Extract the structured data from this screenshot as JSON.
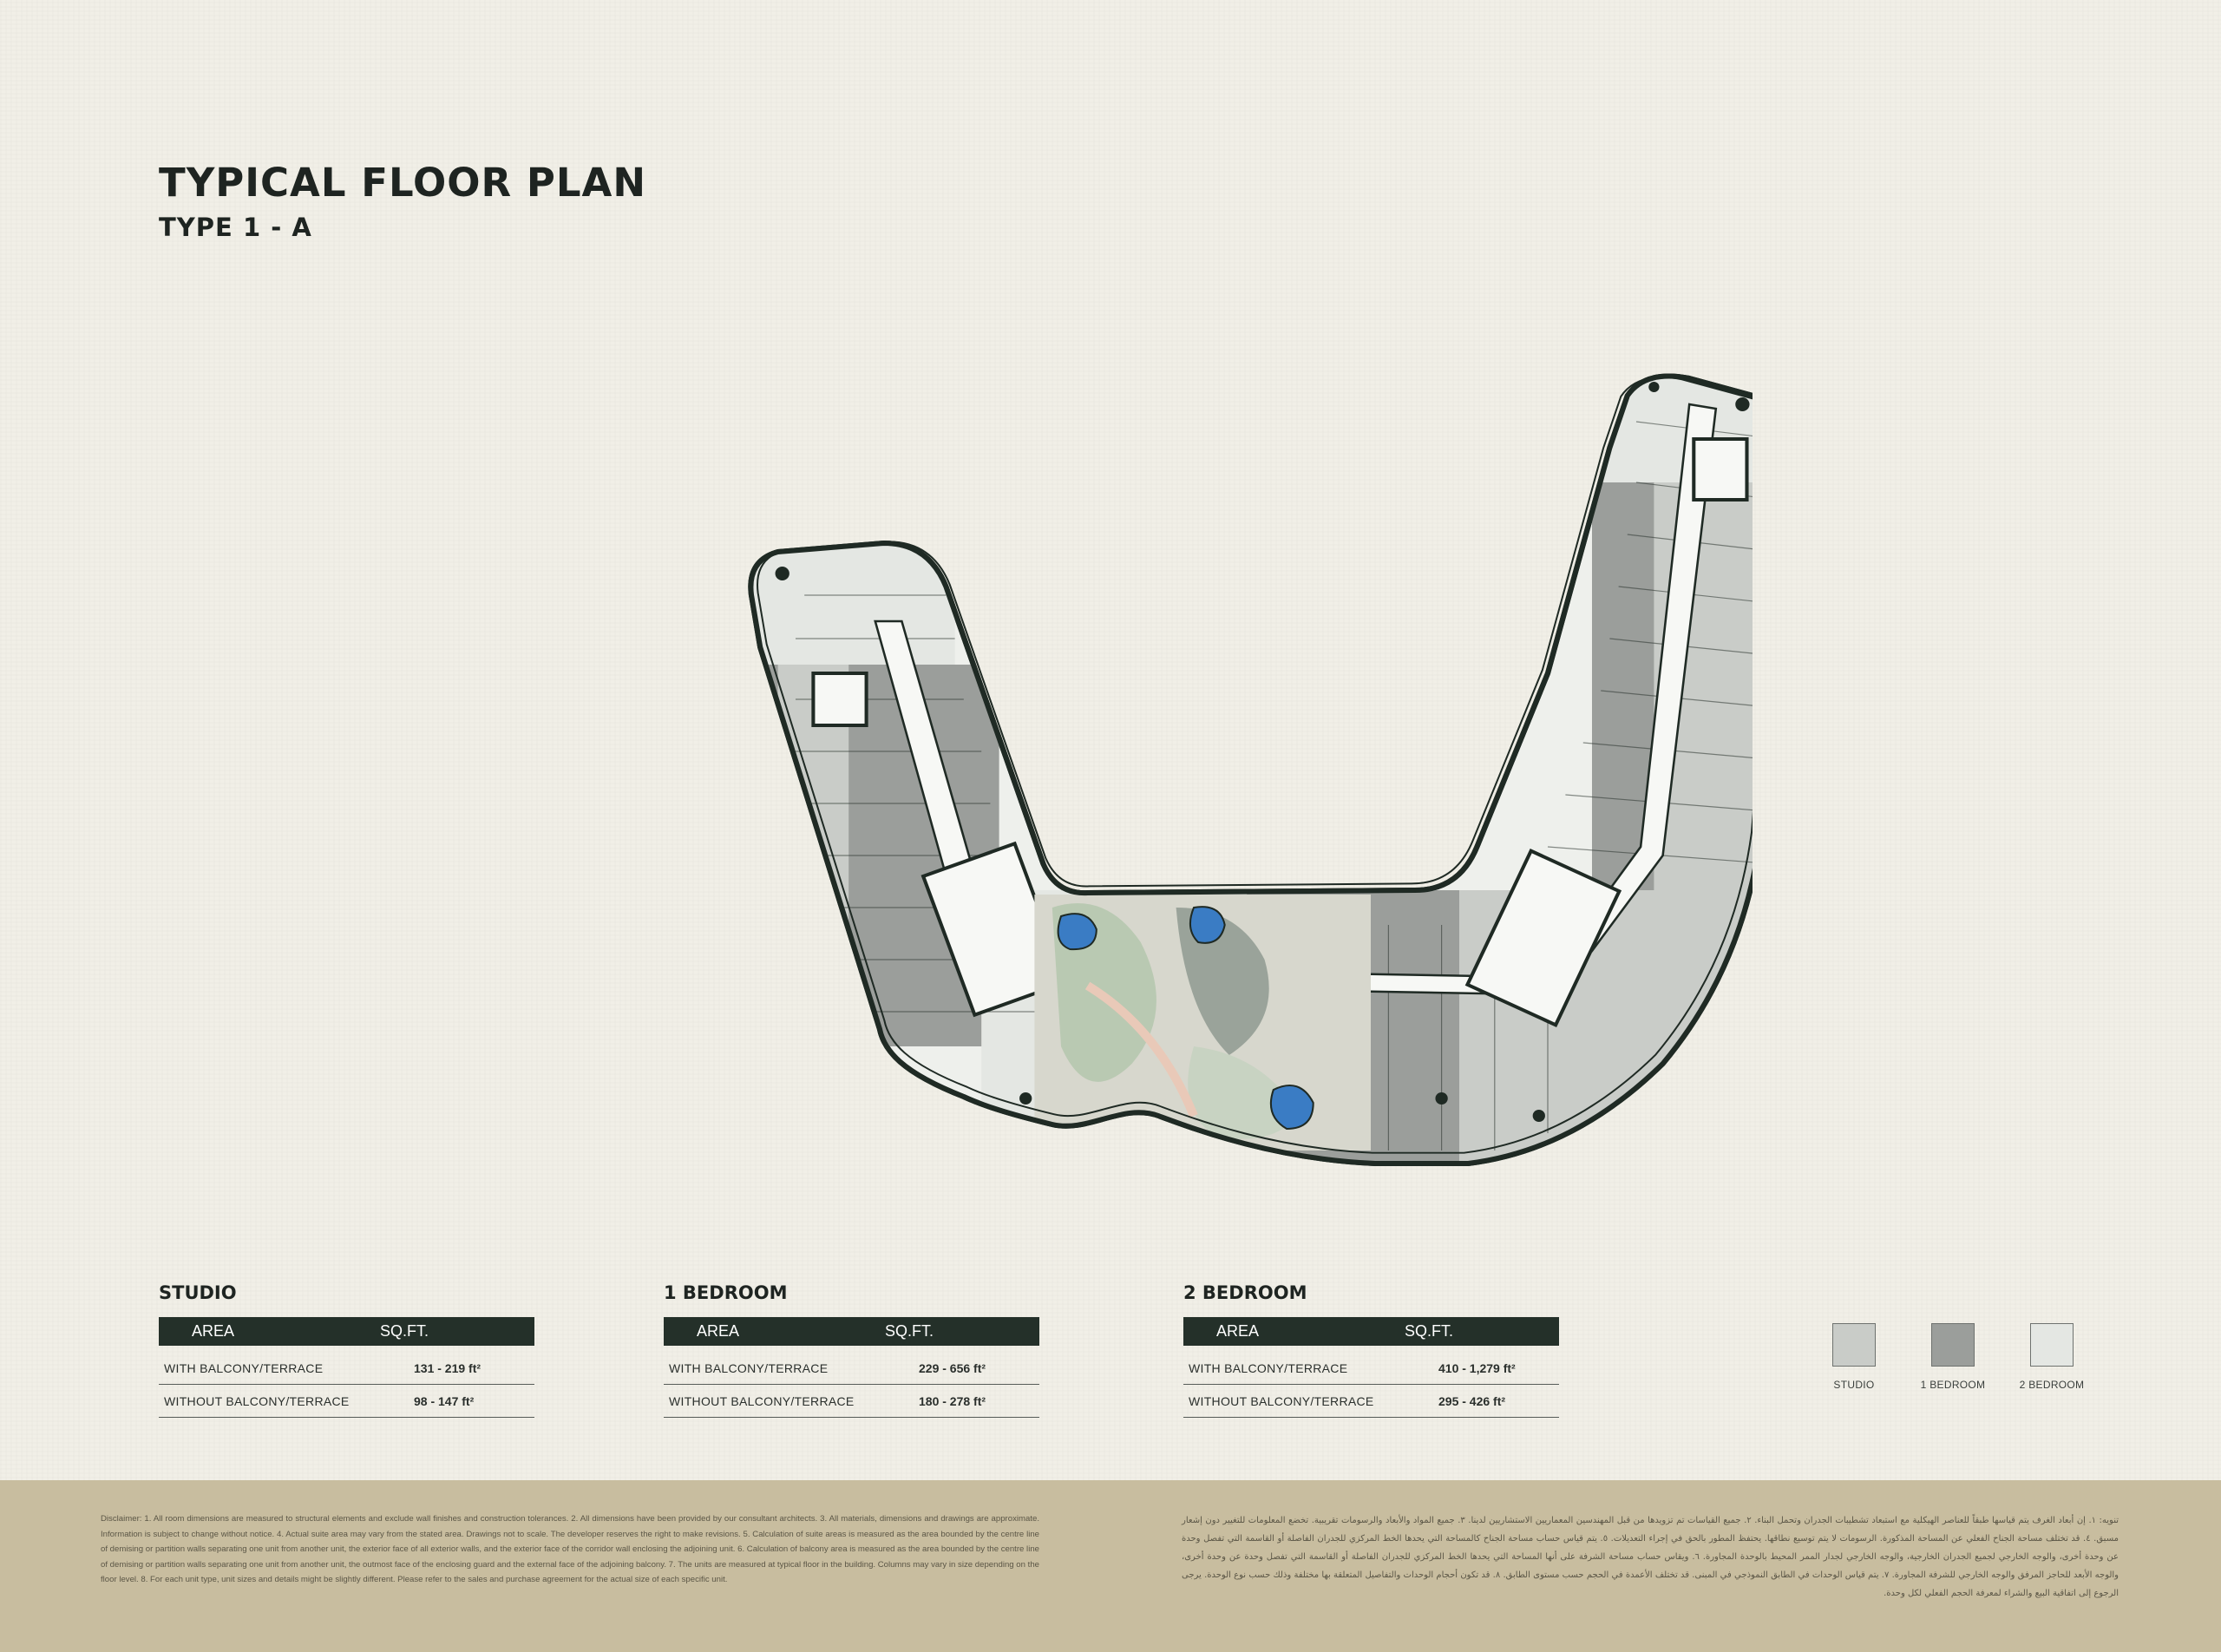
{
  "header": {
    "title": "TYPICAL FLOOR PLAN",
    "subtitle": "TYPE 1 - A"
  },
  "colors": {
    "background": "#f1efe7",
    "studio": "#c9ccc8",
    "one_bedroom": "#9b9e9b",
    "two_bedroom": "#e4e7e3",
    "table_header": "#243029",
    "footer": "#c8bd9f",
    "water": "#3a7cc4",
    "wall": "#1f2a24"
  },
  "unit_tables": [
    {
      "title": "STUDIO",
      "col_area": "AREA",
      "col_sqft": "SQ.FT.",
      "rows": [
        {
          "label": "WITH  BALCONY/TERRACE",
          "value": "131 - 219 ft²"
        },
        {
          "label": "WITHOUT  BALCONY/TERRACE",
          "value": "98 - 147 ft²"
        }
      ]
    },
    {
      "title": "1 BEDROOM",
      "col_area": "AREA",
      "col_sqft": "SQ.FT.",
      "rows": [
        {
          "label": "WITH  BALCONY/TERRACE",
          "value": "229 - 656 ft²"
        },
        {
          "label": "WITHOUT  BALCONY/TERRACE",
          "value": "180 - 278 ft²"
        }
      ]
    },
    {
      "title": "2 BEDROOM",
      "col_area": "AREA",
      "col_sqft": "SQ.FT.",
      "rows": [
        {
          "label": "WITH  BALCONY/TERRACE",
          "value": "410 - 1,279 ft²"
        },
        {
          "label": "WITHOUT  BALCONY/TERRACE",
          "value": "295 - 426 ft²"
        }
      ]
    }
  ],
  "legend": [
    {
      "label": "STUDIO",
      "color": "#c9ccc8"
    },
    {
      "label": "1 BEDROOM",
      "color": "#9b9e9b"
    },
    {
      "label": "2 BEDROOM",
      "color": "#e4e7e3"
    }
  ],
  "footer": {
    "disclaimer_en": "Disclaimer: 1. All room dimensions are measured to structural elements and exclude wall finishes and construction tolerances. 2. All dimensions have been provided by our consultant architects. 3. All materials, dimensions and drawings are approximate. Information is subject to change without notice. 4. Actual suite area may vary from the stated area. Drawings not to scale. The developer reserves the right to make revisions. 5. Calculation of suite areas is measured as the area bounded by the centre line of demising or partition walls separating one unit from another unit, the exterior face of all exterior walls, and the exterior face of the corridor wall enclosing the adjoining unit. 6. Calculation of balcony area is measured as the area bounded by the centre line of demising or partition walls separating one unit from another unit, the outmost face of the enclosing guard and the external face of the adjoining balcony. 7. The units are measured at typical floor in the building. Columns may vary in size depending on the floor level. 8. For each unit type, unit sizes and details might be slightly different. Please refer to the sales and purchase agreement for the actual size of each specific unit.",
    "disclaimer_ar": "تنويه: ١. إن أبعاد الغرف يتم قياسها طبقاً للعناصر الهيكلية مع استبعاد تشطيبات الجدران وتحمل البناء. ٢. جميع القياسات تم تزويدها من قبل المهندسين المعماريين الاستشاريين لدينا. ٣. جميع المواد والأبعاد والرسومات تقريبية. تخضع المعلومات للتغيير دون إشعار مسبق. ٤. قد تختلف مساحة الجناح الفعلي عن المساحة المذكورة. الرسومات لا يتم توسيع نطاقها. يحتفظ المطور بالحق في إجراء التعديلات. ٥. يتم قياس حساب مساحة الجناح كالمساحة التي يحدها الخط المركزي للجدران الفاصلة أو القاسمة التي تفصل وحدة عن وحدة أخرى، والوجه الخارجي لجميع الجدران الخارجية، والوجه الخارجي لجدار الممر المحيط بالوحدة المجاورة. ٦. ويقاس حساب مساحة الشرفة على أنها المساحة التي يحدها الخط المركزي للجدران الفاصلة أو القاسمة التي تفصل وحدة عن وحدة أخرى، والوجه الأبعد للحاجز المرفق والوجه الخارجي للشرفة المجاورة. ٧. يتم قياس الوحدات في الطابق النموذجي في المبنى. قد تختلف الأعمدة في الحجم حسب مستوى الطابق. ٨. قد تكون أحجام الوحدات والتفاصيل المتعلقة بها مختلفة وذلك حسب نوع الوحدة. يرجى الرجوع إلى اتفاقية البيع والشراء لمعرفة الحجم الفعلي لكل وحدة."
  }
}
